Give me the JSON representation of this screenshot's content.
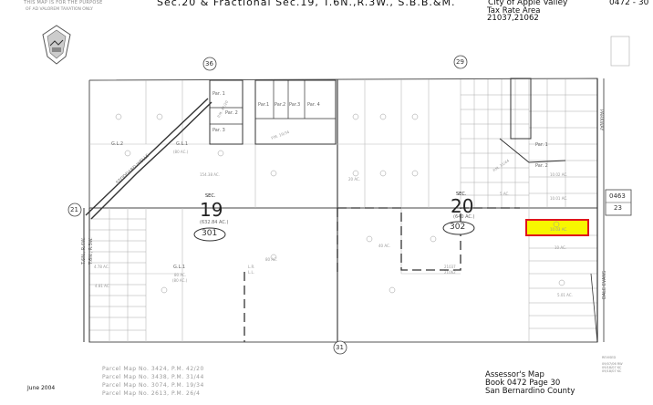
{
  "header": {
    "disclaimer_line1": "THIS MAP IS FOR THE PURPOSE",
    "disclaimer_line2": "OF AD VALOREM TAXATION ONLY",
    "title": "Sec.20 & Fractional Sec.19, T.6N.,R.3W., S.B.B.&M.",
    "city": "City of Apple Valley",
    "map_code": "0472 - 30",
    "tax_rate_area": "Tax Rate Area",
    "tax_rate_codes": "21037,21062"
  },
  "section_corners": {
    "top_left": "36",
    "top_right": "29",
    "left": "21",
    "bottom": "31"
  },
  "sections": {
    "sec19_label": "SEC.",
    "sec19_number": "19",
    "sec19_acres": "(632.84 AC.)",
    "sec19_page": "301",
    "sec20_label": "SEC.",
    "sec20_number": "20",
    "sec20_acres": "(640 AC.)",
    "sec20_page": "302",
    "adjacent_page_top": "0463",
    "adjacent_page_bottom": "23"
  },
  "parcels": {
    "par1": "Par. 1",
    "par2": "Par. 2",
    "par3": "Par. 3",
    "par4": "Par. 4",
    "par1b": "Par.1",
    "par2b": "Par.2",
    "par3b": "Par.3",
    "gl2": "G.L.2",
    "gl1": "G.L.1",
    "gl1b": "G.L.1",
    "gl1b_acres": "80 AC.",
    "gl1b_acres2": "(80 AC.)",
    "gl1_acres": "(80 AC.)",
    "acres_154": "154.38 AC.",
    "acres_80": "80 AC.",
    "acres_40": "40 AC.",
    "acres_20": "20 AC.",
    "acres_10": "10 AC.",
    "acres_5": "5 AC.",
    "acres_478": "4.78 AC.",
    "acres_481": "4.81 AC.",
    "acres_501": "5.01 AC.",
    "acres_1003": "10.03 AC.",
    "acres_1002": "10.02 AC.",
    "acres_1001": "10.01 AC."
  },
  "roads": {
    "parkway": "PARKWAY",
    "dale_evans": "DALE EVANS",
    "stoddard_wells": "STODDARD WELLS",
    "row_left": "T.6N., R.4W.",
    "row_left2": "T.6N., R.3W.",
    "pm_4120": "P.M. 41/20",
    "pm_1934": "P.M. 19/34",
    "pm_3144": "P.M. 31/44",
    "lr_label": "L.R.",
    "lr_label2": "L.L.",
    "tra_boundary1": "21037",
    "tra_boundary2": "21062"
  },
  "parcel_map_references": [
    "Parcel Map No. 3424, P.M. 42/20",
    "Parcel Map No. 3438, P.M. 31/44",
    "Parcel Map No. 3074, P.M. 19/34",
    "Parcel Map No. 2613, P.M. 26/4"
  ],
  "footer": {
    "date": "June 2004",
    "line1": "Assessor's Map",
    "line2": "Book 0472 Page 30",
    "line3": "San Bernardino County",
    "revised_label": "REVISED",
    "revised_dates": "09/07/06 RW\n09/18/07 KC\n09/18/07 KC"
  },
  "colors": {
    "highlight_fill": "#f7f700",
    "highlight_stroke": "#e0141b",
    "line": "#333333",
    "light_line": "#aaaaaa"
  }
}
